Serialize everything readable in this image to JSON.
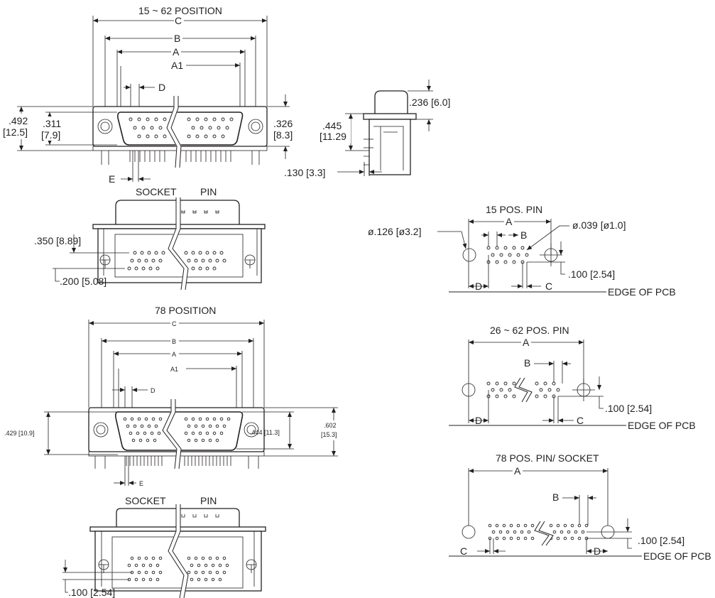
{
  "top_section": {
    "title": "15 ~ 62 POSITION",
    "dim_c": "C",
    "dim_b": "B",
    "dim_a": "A",
    "dim_a1": "A1",
    "dim_d": "D",
    "dim_e": "E",
    "h_outer_in": ".492",
    "h_outer_mm": "[12.5]",
    "h_inner_in": ".311",
    "h_inner_mm": "[7.9]",
    "h_right_in": ".326",
    "h_right_mm": "[8.3]"
  },
  "side_view": {
    "dim_top": ".236 [6.0]",
    "dim_height_in": ".445",
    "dim_height_mm": "[11.29",
    "dim_bottom": ".130 [3.3]"
  },
  "socket_pin_top": {
    "socket_label": "SOCKET",
    "pin_label": "PIN",
    "dim_row": ".350 [8.89]",
    "dim_base": ".200 [5.08]"
  },
  "section_78": {
    "title": "78 POSITION",
    "dim_c": "C",
    "dim_b": "B",
    "dim_a": "A",
    "dim_a1": "A1",
    "dim_d": "D",
    "dim_e": "E",
    "h_left": ".429 [10.9]",
    "h_mid": ".444 [11.3]",
    "h_right_in": ".602",
    "h_right_mm": "[15.3]"
  },
  "socket_pin_bottom": {
    "socket_label": "SOCKET",
    "pin_label": "PIN",
    "dim_base": ".100 [2.54]"
  },
  "pcb_15": {
    "title": "15 POS. PIN",
    "dim_a": "A",
    "dim_b": "B",
    "dim_c": "C",
    "dim_d": "D",
    "hole_large": "ø.126 [ø3.2]",
    "hole_small": "ø.039 [ø1.0]",
    "pitch": ".100 [2.54]",
    "edge": "EDGE OF PCB"
  },
  "pcb_26": {
    "title": "26 ~  62 POS. PIN",
    "dim_a": "A",
    "dim_b": "B",
    "dim_c": "C",
    "dim_d": "D",
    "pitch": ".100 [2.54]",
    "edge": "EDGE OF PCB"
  },
  "pcb_78": {
    "title": "78 POS. PIN/ SOCKET",
    "dim_a": "A",
    "dim_b": "B",
    "dim_c": "C",
    "dim_d": "D",
    "pitch": ".100 [2.54]",
    "edge": "EDGE OF PCB"
  }
}
